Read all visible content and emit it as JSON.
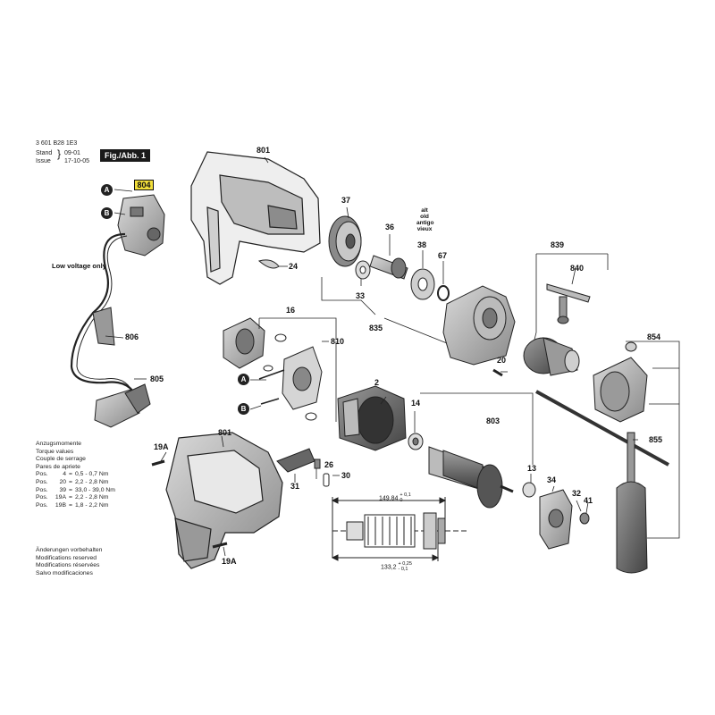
{
  "header": {
    "doc_number": "3 601 B28 1E3",
    "stand_label": "Stand",
    "issue_label": "Issue",
    "stand_value": "09-01",
    "issue_value": "17-10-05",
    "figure_label": "Fig./Abb. 1"
  },
  "markers": {
    "a": "A",
    "b": "B"
  },
  "notes": {
    "low_voltage": "Low voltage only",
    "alt_old": [
      "alt",
      "old",
      "antigo",
      "vieux"
    ]
  },
  "parts": {
    "p801_top": "801",
    "p804": "804",
    "p24": "24",
    "p806": "806",
    "p805": "805",
    "p37": "37",
    "p36": "36",
    "p38": "38",
    "p67": "67",
    "p33": "33",
    "p835": "835",
    "p839": "839",
    "p840": "840",
    "p16": "16",
    "p810": "810",
    "p20": "20",
    "p854": "854",
    "p2": "2",
    "p14": "14",
    "p803": "803",
    "p855": "855",
    "p19a_top": "19A",
    "p801_bottom": "801",
    "p26": "26",
    "p30": "30",
    "p31": "31",
    "p13": "13",
    "p34": "34",
    "p32": "32",
    "p41": "41",
    "p19a_bottom": "19A"
  },
  "dimensions": {
    "upper": "149,84",
    "upper_tol_plus": "+ 0,1",
    "upper_tol_minus": "0",
    "lower": "133,2",
    "lower_tol_plus": "+ 0,25",
    "lower_tol_minus": "- 0,1"
  },
  "torque": {
    "headers": [
      "Anzugsmomente",
      "Torque values",
      "Couple de serrage",
      "Pares de apriete"
    ],
    "rows": [
      {
        "pos": "Pos.",
        "part": "4",
        "eq": "=",
        "value": "0,5 - 0,7 Nm"
      },
      {
        "pos": "Pos.",
        "part": "20",
        "eq": "=",
        "value": "2,2 - 2,8 Nm"
      },
      {
        "pos": "Pos.",
        "part": "39",
        "eq": "=",
        "value": "33,0 - 39,0 Nm"
      },
      {
        "pos": "Pos.",
        "part": "19A",
        "eq": "=",
        "value": "2,2 - 2,8 Nm"
      },
      {
        "pos": "Pos.",
        "part": "19B",
        "eq": "=",
        "value": "1,8 - 2,2 Nm"
      }
    ]
  },
  "modifications": [
    "Änderungen vorbehalten",
    "Modifications reserved",
    "Modifications réservées",
    "Salvo modificaciones"
  ]
}
